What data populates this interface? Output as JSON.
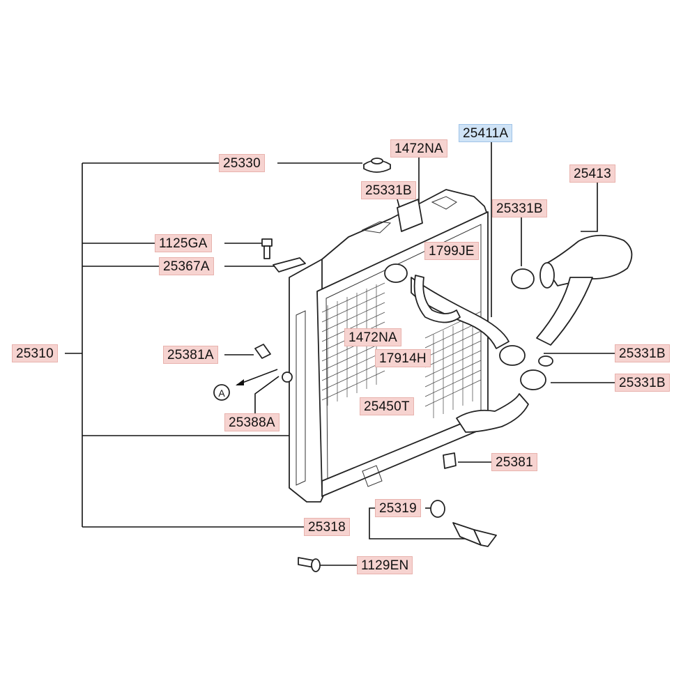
{
  "diagram": {
    "callout_letter": "A",
    "labels": {
      "l25330": "25330",
      "l1472NA_top": "1472NA",
      "l25411A": "25411A",
      "l25413": "25413",
      "l25331B_top": "25331B",
      "l25331B_left": "25331B",
      "l1799JE": "1799JE",
      "l1125GA": "1125GA",
      "l25367A": "25367A",
      "l25310": "25310",
      "l25381A": "25381A",
      "l1472NA_mid": "1472NA",
      "l17914H": "17914H",
      "l25331B_r1": "25331B",
      "l25331B_r2": "25331B",
      "l25450T": "25450T",
      "l25388A": "25388A",
      "l25381": "25381",
      "l25319": "25319",
      "l25318": "25318",
      "l1129EN": "1129EN"
    }
  }
}
